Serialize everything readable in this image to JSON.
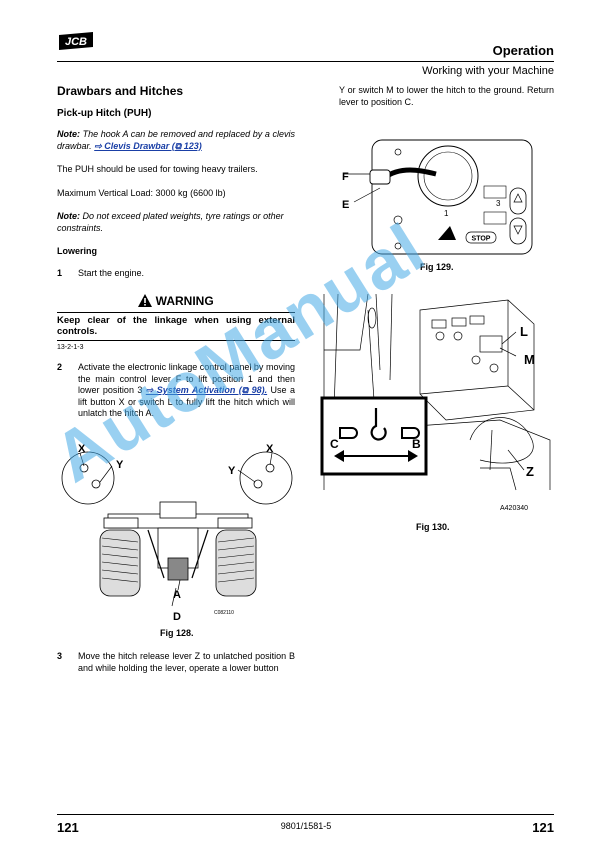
{
  "header": {
    "logo_text": "JCB",
    "title": "Operation",
    "subtitle": "Working with your Machine"
  },
  "left": {
    "section_title": "Drawbars and Hitches",
    "subsection_title": "Pick-up Hitch (PUH)",
    "note1_label": "Note:",
    "note1_text": "The hook A can be removed and replaced by a clevis drawbar.",
    "note1_link": "⇨ Clevis Drawbar (⧉ 123)",
    "para1": "The PUH should be used for towing heavy trailers.",
    "para2": "Maximum Vertical Load: 3000 kg (6600 lb)",
    "note2_label": "Note:",
    "note2_text": "Do not exceed plated weights, tyre ratings or other constraints.",
    "lowering_heading": "Lowering",
    "step1_num": "1",
    "step1_text": "Start the engine.",
    "warning_title": "WARNING",
    "warning_text": "Keep clear of the linkage when using external controls.",
    "warning_code": "13-2-1-3",
    "step2_num": "2",
    "step2_text": "Activate the electronic linkage control panel by moving the main control lever F to lift position 1 and then lower position 3",
    "step2_link": "⇨ System Activation (⧉ 98).",
    "step2_text2": "Use a lift button X or switch L to fully lift the hitch which will unlatch the hitch A.",
    "fig128_caption": "Fig 128.",
    "fig128_code": "C082110",
    "fig128_labels": {
      "x1": "X",
      "y1": "Y",
      "y2": "Y",
      "x2": "X",
      "a": "A",
      "d": "D"
    },
    "step3_num": "3",
    "step3_text": "Move the hitch release lever Z to unlatched position B and while holding the lever, operate a lower button"
  },
  "right": {
    "para_top": "Y or switch M to lower the hitch to the ground. Return lever to position C.",
    "fig129_caption": "Fig 129.",
    "fig129_labels": {
      "f": "F",
      "e": "E",
      "one": "1",
      "three": "3",
      "stop": "STOP"
    },
    "fig130_caption": "Fig 130.",
    "fig130_code": "A420340",
    "fig130_labels": {
      "l": "L",
      "m": "M",
      "c": "C",
      "b": "B",
      "z": "Z"
    }
  },
  "footer": {
    "page_left": "121",
    "doc_number": "9801/1581-5",
    "page_right": "121"
  },
  "watermark": "AutoManual"
}
